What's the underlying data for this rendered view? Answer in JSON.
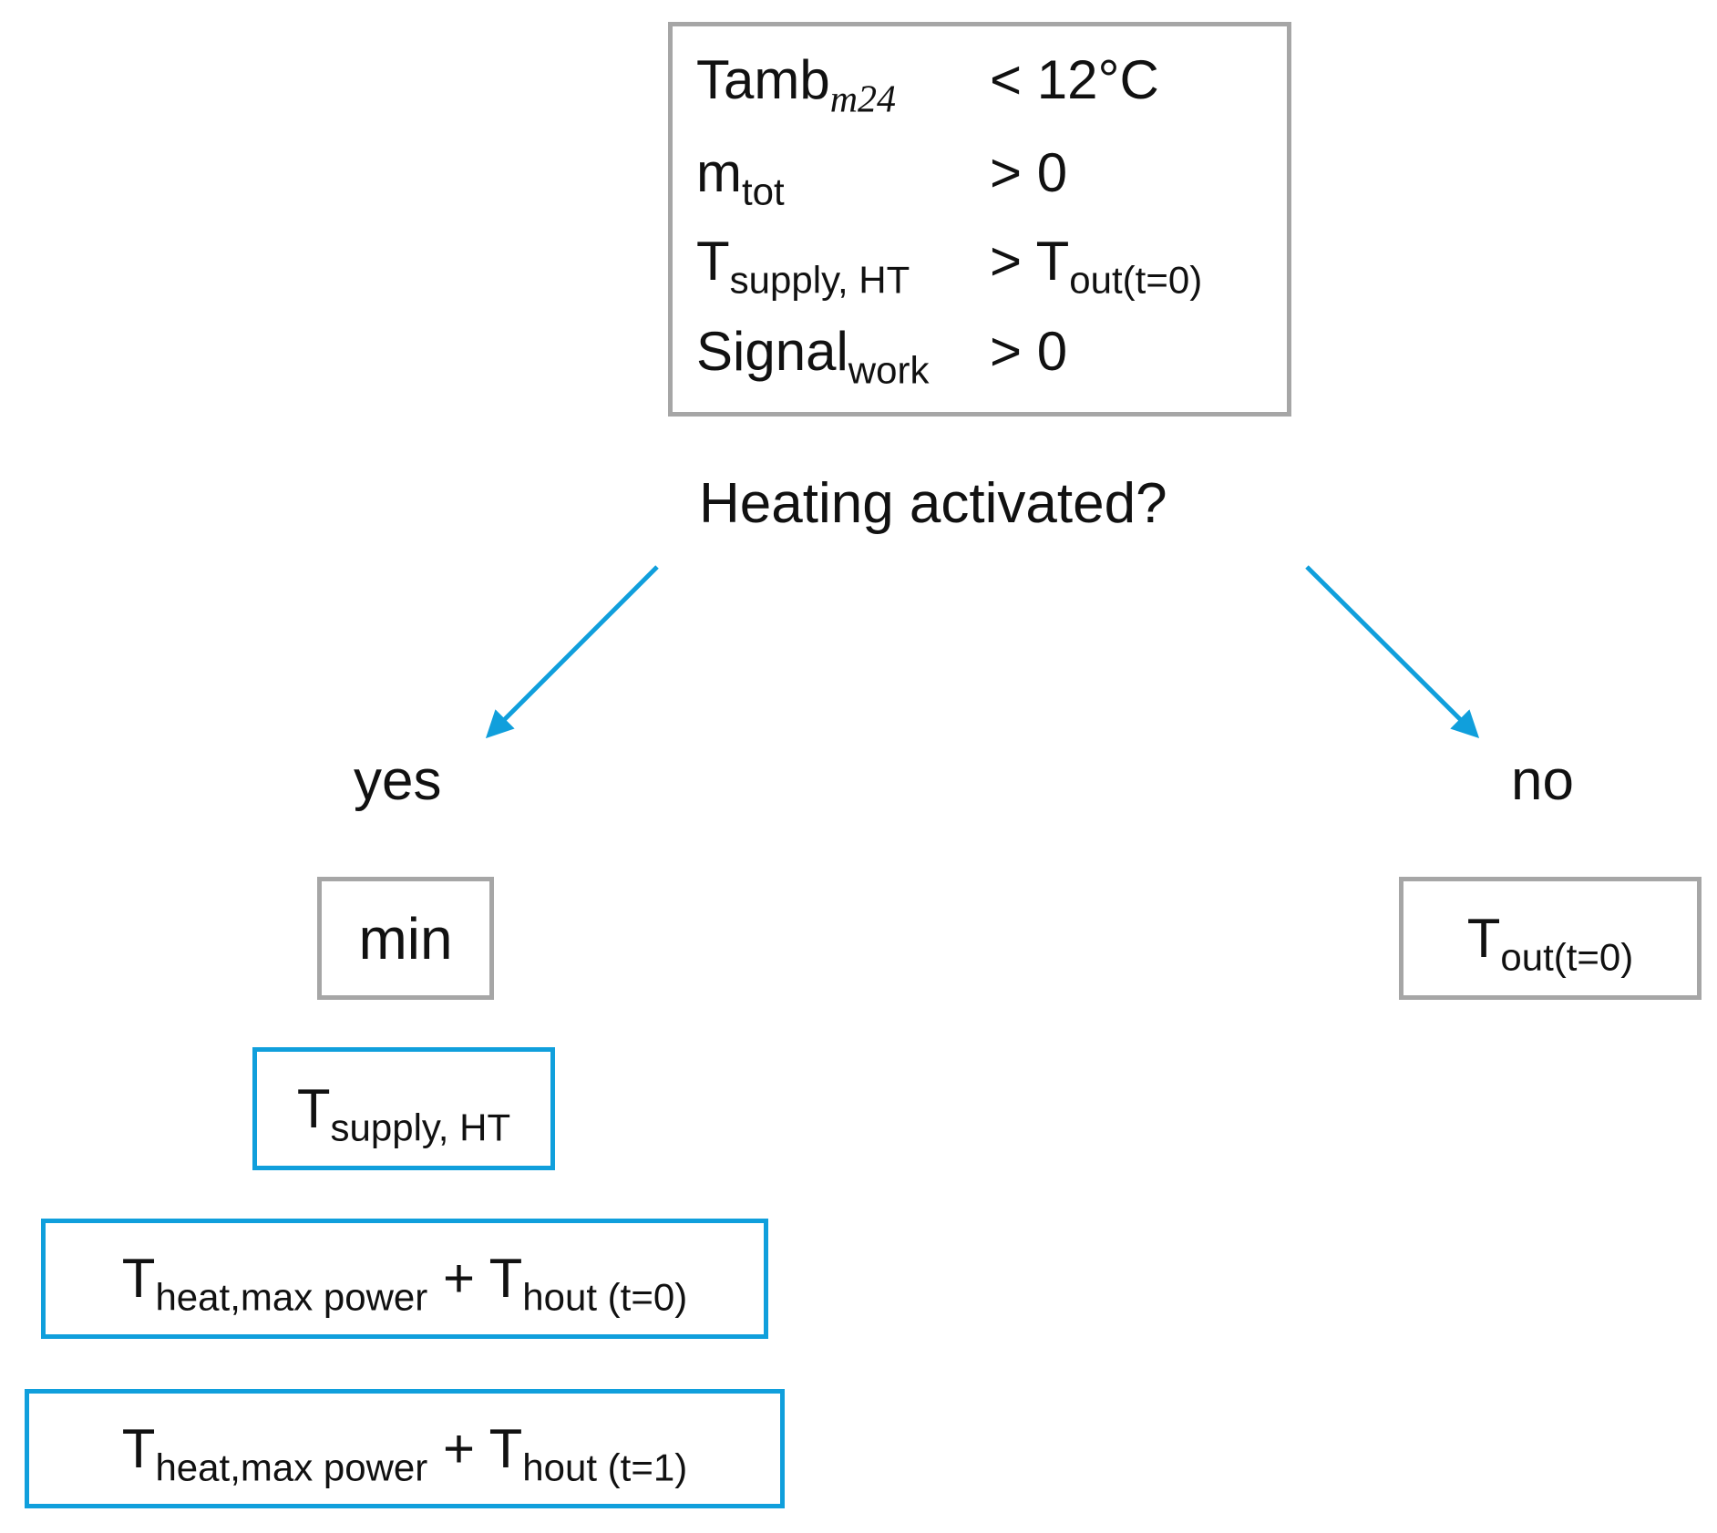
{
  "conditions": [
    {
      "var": "Tamb",
      "sub": "m24",
      "op": "< 12°C",
      "op_sub": ""
    },
    {
      "var": "m",
      "sub": "tot",
      "op": "> 0",
      "op_sub": ""
    },
    {
      "var": "T",
      "sub": "supply, HT",
      "op": "> T",
      "op_sub": "out(t=0)"
    },
    {
      "var": "Signal",
      "sub": "work",
      "op": "> 0",
      "op_sub": ""
    }
  ],
  "question": "Heating activated?",
  "yes": {
    "label": "yes",
    "function": "min",
    "options": [
      {
        "a": "T",
        "a_sub": "supply, HT"
      },
      {
        "a": "T",
        "a_sub": "heat,max power",
        "plus": "+",
        "b": "T",
        "b_sub": "hout (t=0)"
      },
      {
        "a": "T",
        "a_sub": "heat,max power",
        "plus": "+",
        "b": "T",
        "b_sub": "hout (t=1)"
      }
    ]
  },
  "no": {
    "label": "no",
    "result": "T",
    "result_sub": "out(t=0)"
  },
  "colors": {
    "box_border": "#a6a6a6",
    "highlight": "#109fdc",
    "arrow": "#109fdc"
  }
}
